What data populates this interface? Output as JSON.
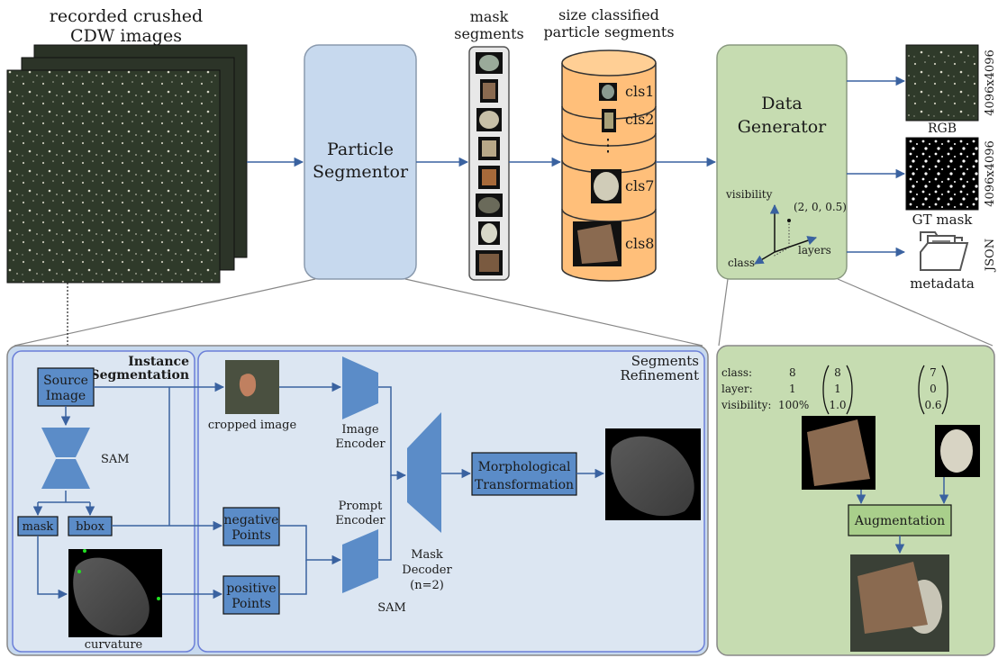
{
  "top": {
    "input_title": [
      "recorded crushed",
      "CDW images"
    ],
    "segmentor_label": [
      "Particle",
      "Segmentor"
    ],
    "mask_title": [
      "mask",
      "segments"
    ],
    "classified_title": [
      "size classified",
      "particle segments"
    ],
    "classes": [
      "cls1",
      "cls2",
      "cls7",
      "cls8"
    ],
    "ellipsis": "⋮",
    "generator_label": [
      "Data",
      "Generator"
    ],
    "axes": {
      "y": "visibility",
      "x": "layers",
      "z": "class",
      "point": "(2, 0, 0.5)"
    },
    "outputs": {
      "rgb_label": "RGB",
      "gt_label": "GT mask",
      "meta_label": "metadata",
      "rgb_size": "4096x4096",
      "gt_size": "4096x4096",
      "meta_format": "JSON"
    }
  },
  "instance": {
    "title": [
      "Instance",
      "Segmentation"
    ],
    "source": [
      "Source",
      "Image"
    ],
    "sam": "SAM",
    "mask": "mask",
    "bbox": "bbox",
    "curvature": "curvature"
  },
  "refinement": {
    "title": [
      "Segments",
      "Refinement"
    ],
    "cropped": "cropped image",
    "image_encoder": [
      "Image",
      "Encoder"
    ],
    "prompt_encoder": [
      "Prompt",
      "Encoder"
    ],
    "negative": [
      "negative",
      "Points"
    ],
    "positive": [
      "positive",
      "Points"
    ],
    "sam": "SAM",
    "decoder": [
      "Mask",
      "Decoder",
      "(n=2)"
    ],
    "morph": [
      "Morphological",
      "Transformation"
    ]
  },
  "augment": {
    "meta_keys": [
      "class:",
      "layer:",
      "visibility:"
    ],
    "meta_values": [
      "8",
      "1",
      "100%"
    ],
    "vec1": [
      "8",
      "1",
      "1.0"
    ],
    "vec2": [
      "7",
      "0",
      "0.6"
    ],
    "button": "Augmentation"
  },
  "colors": {
    "arrow": "#3a62a0",
    "segmentor_fill": "#c7d9ee",
    "generator_fill": "#c6dcb1",
    "cylinder_fill": "#ffbf7a",
    "node_fill": "#5b8cc8",
    "aug_fill": "#a9cf8b",
    "panel_fill": "#dce6f2",
    "panel_border": "#6b7fd8"
  }
}
